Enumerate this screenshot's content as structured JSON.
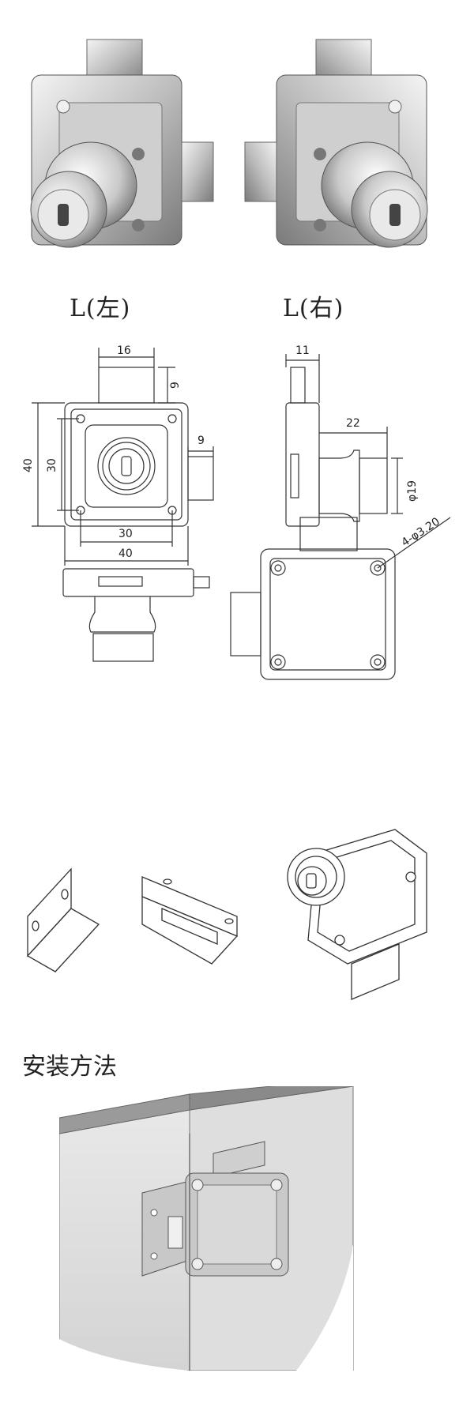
{
  "photos": {
    "left_variant_label": "L(左)",
    "right_variant_label": "L(右)"
  },
  "drawing": {
    "front_view": {
      "top_width": "16",
      "upper_height": "9",
      "bolt_offset": "9",
      "overall_height": "40",
      "hole_height": "30",
      "hole_width": "30",
      "overall_width": "40"
    },
    "side_view": {
      "plate_thickness": "11",
      "cylinder_length": "22",
      "cylinder_diameter": "φ19"
    },
    "back_view": {
      "hole_callout": "4-φ3.20"
    }
  },
  "install": {
    "title": "安装方法"
  },
  "colors": {
    "line": "#333333",
    "metal_light": "#e6e6e6",
    "metal_dark": "#8a8a8a",
    "board": "#bdbdbd",
    "board_dark": "#8c8c8c"
  }
}
